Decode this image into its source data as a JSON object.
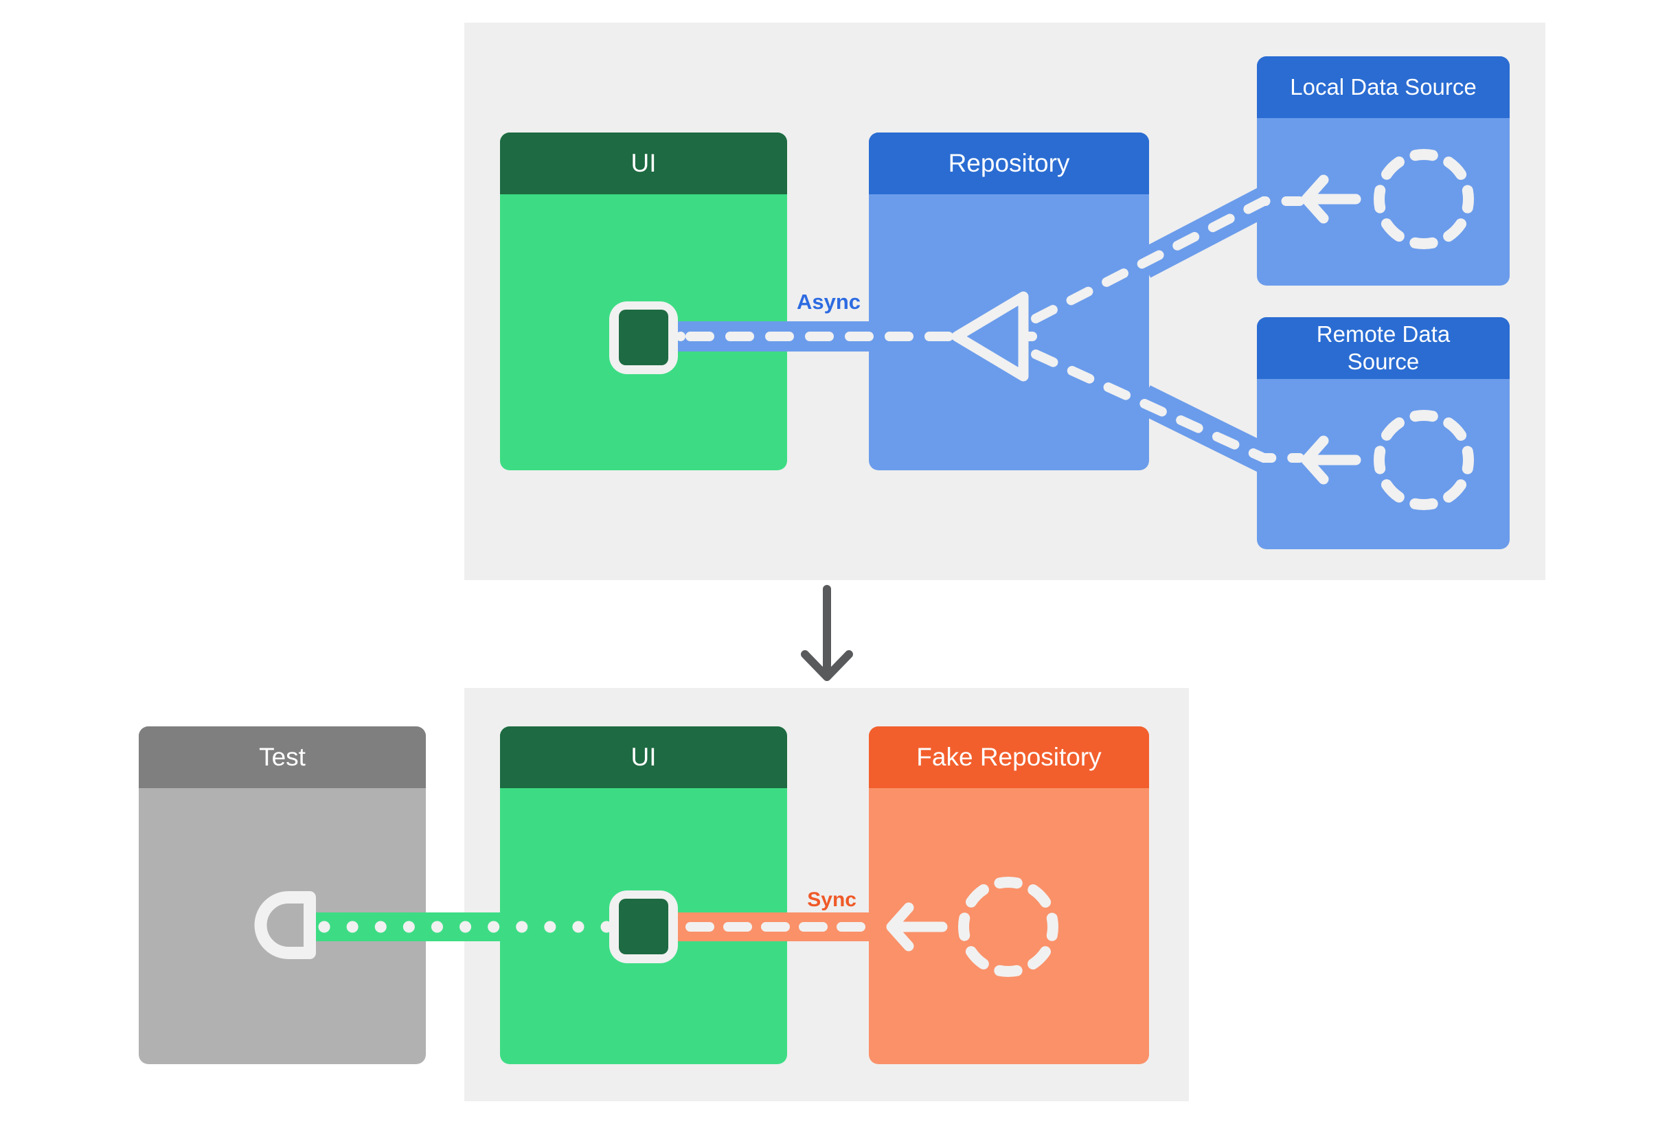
{
  "colors": {
    "page-bg": "#ffffff",
    "panel-bg": "#efefef",
    "green-dark": "#1e6a42",
    "green": "#3ddc84",
    "blue-dark": "#2a6cd2",
    "blue": "#6b9ceb",
    "orange-dark": "#f25f2d",
    "orange": "#fa9169",
    "gray-dark": "#7f7f7f",
    "gray": "#b1b1b1",
    "stroke-light": "#f1f1f1",
    "async-label": "#2d6be1",
    "sync-label": "#ef5a28",
    "arrow-gray": "#595a5c"
  },
  "production_section": {
    "ui_box": {
      "title": "UI"
    },
    "repository_box": {
      "title": "Repository"
    },
    "local_data_source_box": {
      "title": "Local Data Source"
    },
    "remote_data_source_box": {
      "title": "Remote Data Source"
    },
    "async_label": "Async"
  },
  "test_section": {
    "test_box": {
      "title": "Test"
    },
    "ui_box": {
      "title": "UI"
    },
    "fake_repository_box": {
      "title": "Fake Repository"
    },
    "sync_label": "Sync"
  }
}
